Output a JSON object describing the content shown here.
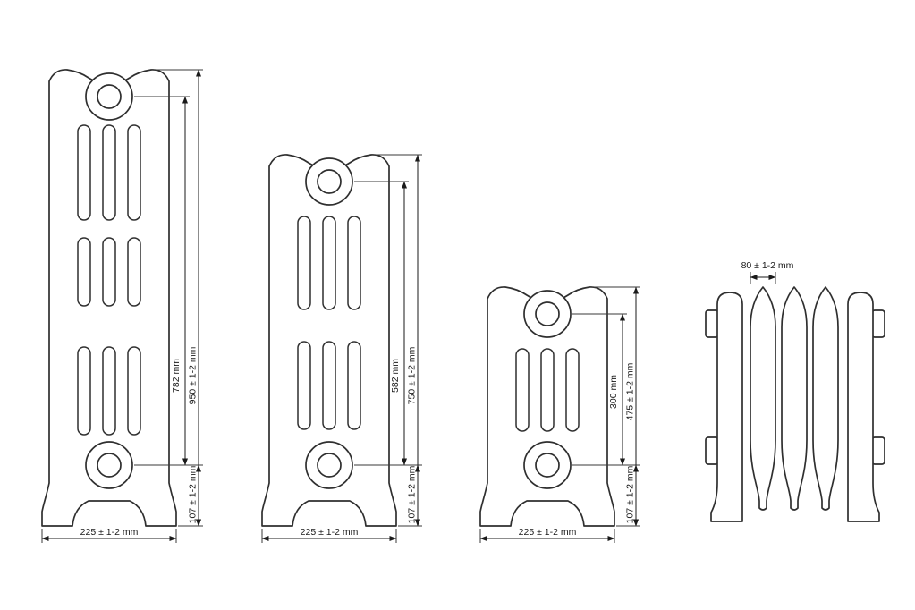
{
  "colors": {
    "line": "#2f2f2f",
    "background": "#ffffff"
  },
  "radiators": [
    {
      "id": "radiator-950",
      "dims": {
        "total_height": "950 ± 1-2 mm",
        "axis_spacing": "782 mm",
        "floor_to_axis": "107 ± 1-2 mm",
        "width": "225 ± 1-2 mm"
      }
    },
    {
      "id": "radiator-750",
      "dims": {
        "total_height": "750 ± 1-2 mm",
        "axis_spacing": "582 mm",
        "floor_to_axis": "107 ± 1-2 mm",
        "width": "225 ± 1-2 mm"
      }
    },
    {
      "id": "radiator-475",
      "dims": {
        "total_height": "475 ± 1-2 mm",
        "axis_spacing": "300 mm",
        "floor_to_axis": "107 ± 1-2 mm",
        "width": "225 ± 1-2 mm"
      }
    }
  ],
  "side_view": {
    "id": "radiator-side",
    "dims": {
      "section_width": "80 ± 1-2 mm"
    }
  }
}
